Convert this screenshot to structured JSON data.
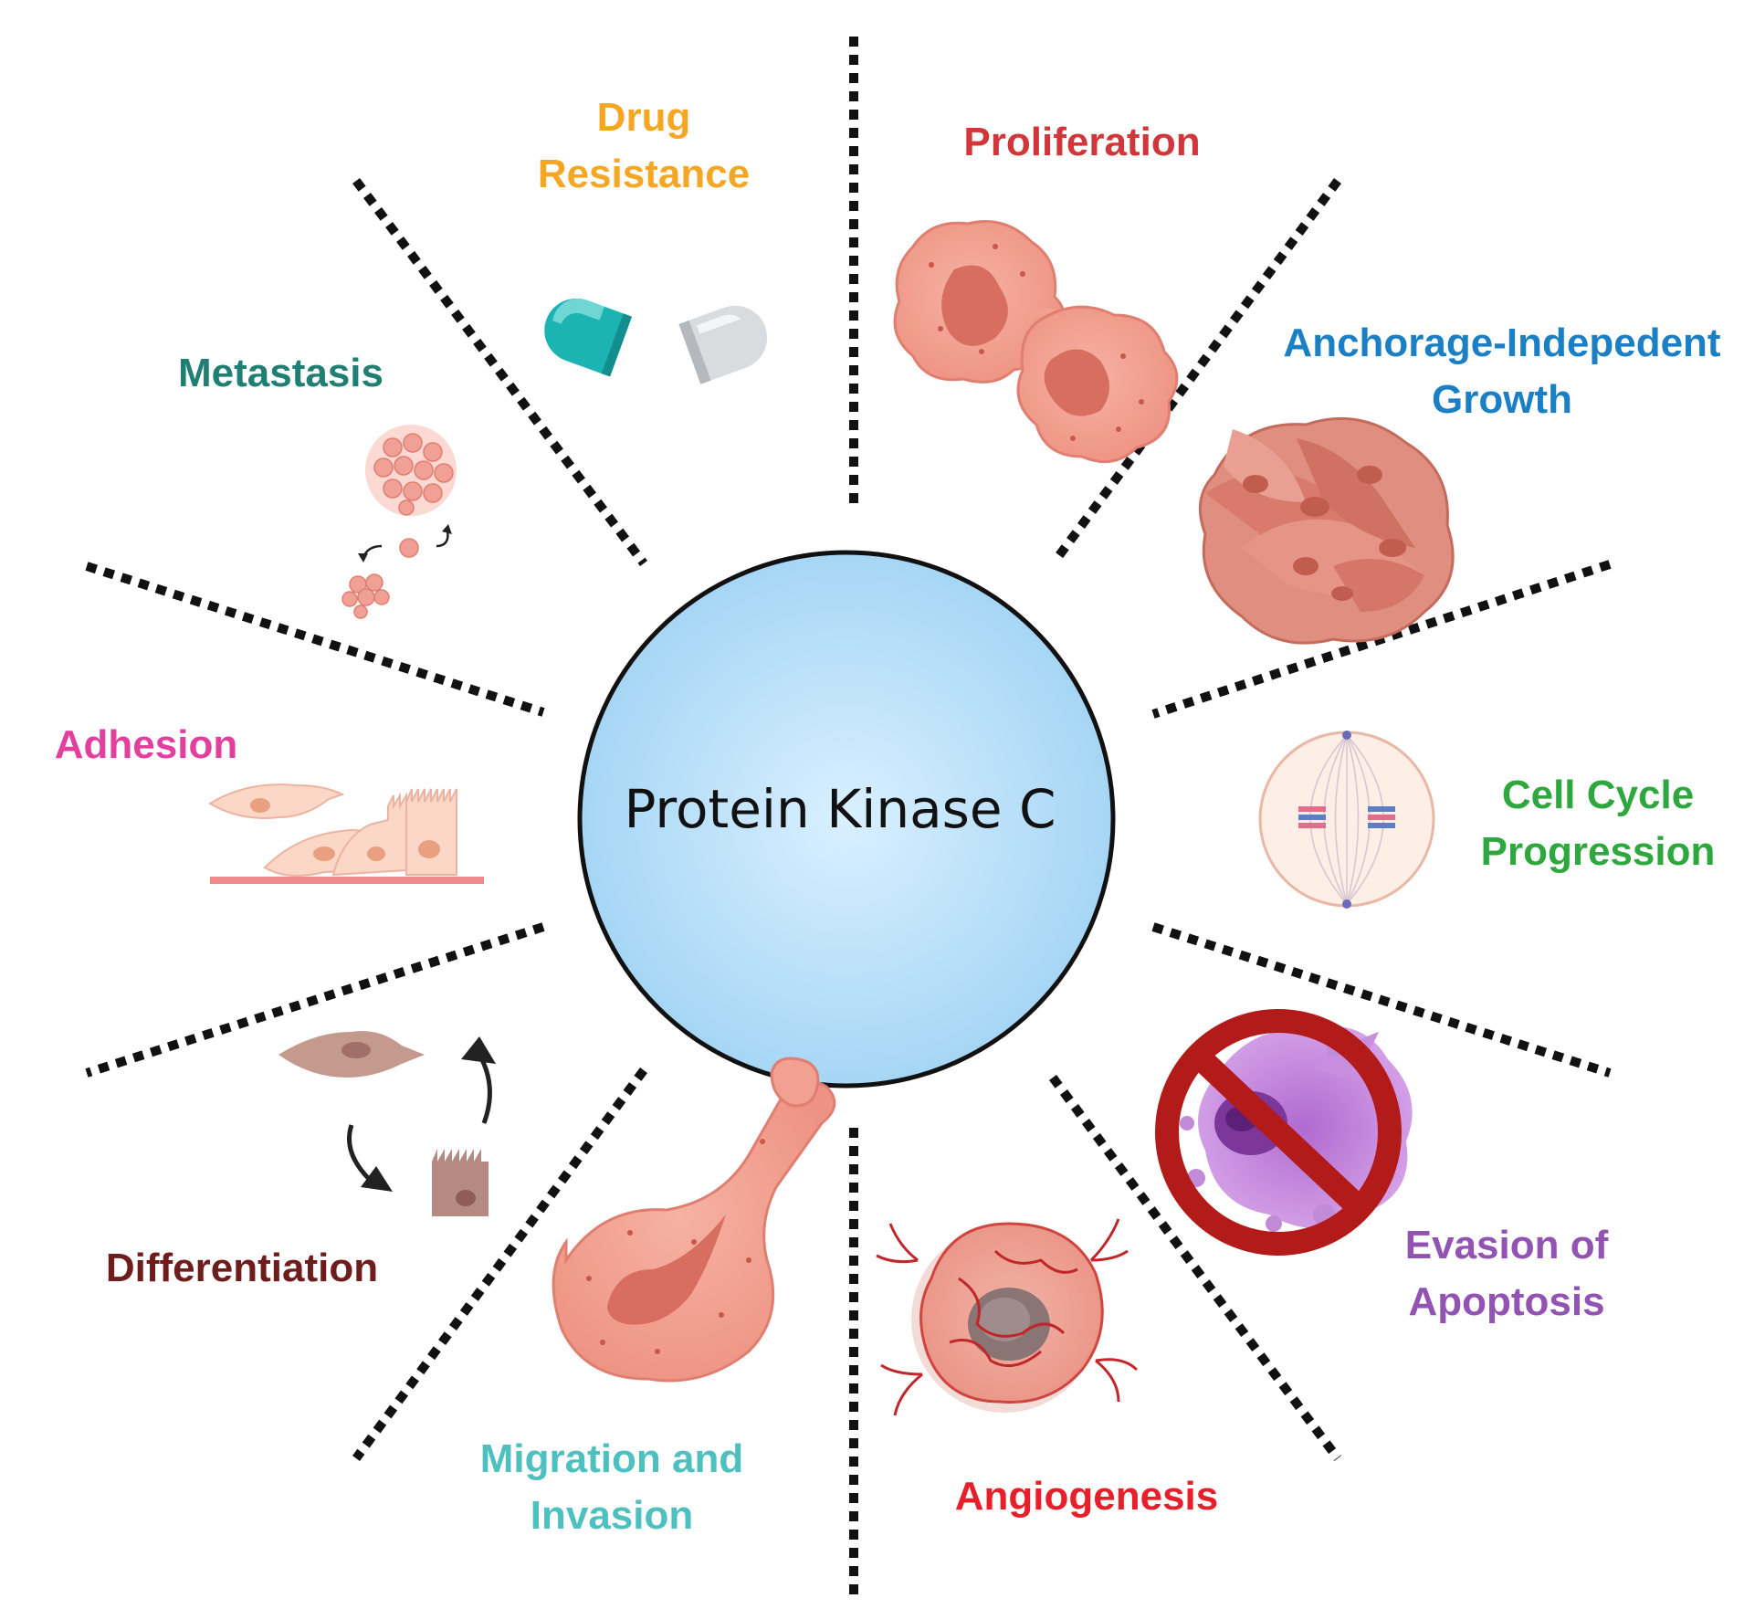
{
  "center": {
    "title": "Protein Kinase C"
  },
  "colors": {
    "circle_fill_center": "#d7efff",
    "circle_fill_edge": "#a9d8f6",
    "divider": "#111111",
    "cell": "#f2a091",
    "cell_dark": "#d86e60"
  },
  "labels": {
    "drug_resistance": {
      "line1": "Drug",
      "line2": "Resistance",
      "color": "#f5a623"
    },
    "proliferation": {
      "line1": "Proliferation",
      "color": "#d0363a"
    },
    "anchorage": {
      "line1": "Anchorage-Indepedent",
      "line2": "Growth",
      "color": "#1a7fc4"
    },
    "cell_cycle": {
      "line1": "Cell Cycle",
      "line2": "Progression",
      "color": "#2ea83e"
    },
    "apoptosis": {
      "line1": "Evasion of",
      "line2": "Apoptosis",
      "color": "#9353b3"
    },
    "angiogenesis": {
      "line1": "Angiogenesis",
      "color": "#e6202b"
    },
    "migration": {
      "line1": "Migration and",
      "line2": "Invasion",
      "color": "#4dc0bf"
    },
    "differentiation": {
      "line1": "Differentiation",
      "color": "#6f1c1c"
    },
    "adhesion": {
      "line1": "Adhesion",
      "color": "#e23f9f"
    },
    "metastasis": {
      "line1": "Metastasis",
      "color": "#1f7f73"
    }
  },
  "icons": [
    "capsule-icon",
    "dividing-cell-icon",
    "cell-cluster-icon",
    "mitosis-cell-icon",
    "no-apoptosis-icon",
    "tumor-vessel-icon",
    "migrating-cell-icon",
    "differentiation-cycle-icon",
    "adhesion-cells-icon",
    "metastasis-icon"
  ]
}
